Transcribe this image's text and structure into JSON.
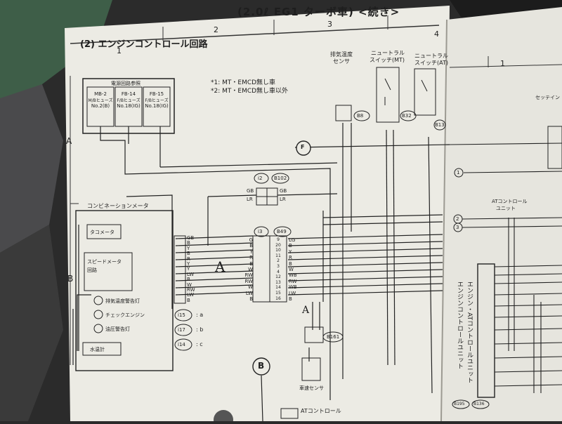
{
  "header": {
    "title": "(2.0ℓ EG1 ターボ車) <続き>",
    "section": "(2)  エンジンコントロール回路",
    "columns": [
      "1",
      "2",
      "3",
      "4"
    ]
  },
  "rows": [
    "A",
    "B"
  ],
  "notes": [
    "*1: MT・EMCD無し車",
    "*2: MT・EMCD無し車以外"
  ],
  "fuse_box": {
    "title": "電源回路参照",
    "fuses": [
      {
        "line1": "MB-2",
        "line2": "M/Bヒューズ",
        "line3": "No.2(B)"
      },
      {
        "line1": "FB-14",
        "line2": "F/Bヒューズ",
        "line3": "No.18(IG)"
      },
      {
        "line1": "FB-15",
        "line2": "F/Bヒューズ",
        "line3": "No.18(IG)"
      }
    ]
  },
  "sensors": {
    "exhaust_temp": [
      "排気温度",
      "センサ"
    ],
    "neutral_mt": [
      "ニュートラル",
      "スイッチ(MT)"
    ],
    "neutral_at": [
      "ニュートラル",
      "スイッチ(AT)"
    ]
  },
  "connectors": {
    "b8": "B8",
    "b32": "B32",
    "b13": "B13",
    "i2": "i2",
    "b102": "B102",
    "i3": "i3",
    "b49": "B49",
    "b161": "B161"
  },
  "circles": {
    "f": "F",
    "b": "B"
  },
  "combination_meter": {
    "title": "コンビネーションメータ",
    "tachometer": "タコメータ",
    "speedometer_1": "スピードメータ",
    "speedometer_2": "回路",
    "warn_exhaust": "排気温度警告灯",
    "check_engine": "チェックエンジン",
    "oil_pressure": "油圧警告灯",
    "water_temp": "水温計"
  },
  "legend": [
    {
      "code": "i15",
      "val": ": a"
    },
    {
      "code": "i17",
      "val": ": b"
    },
    {
      "code": "i14",
      "val": ": c"
    }
  ],
  "wires": {
    "b102_left": [
      "GB",
      "LR"
    ],
    "b102_right": [
      "GB",
      "LR"
    ],
    "meter_pins": [
      "GB",
      "B",
      "Y",
      "B",
      "R",
      "Y",
      "Y",
      "LW",
      "B",
      "W",
      "RW",
      "LW",
      "B"
    ],
    "b49_left": [
      "G",
      "B",
      "Y",
      "R",
      "B",
      "W",
      "RW",
      "RW",
      "W",
      "LW",
      "B"
    ],
    "b49_right": [
      "LG",
      "B",
      "Y",
      "R",
      "B",
      "W",
      "WB",
      "RW",
      "WB",
      "LW",
      "B"
    ],
    "b49_pins": [
      "9",
      "20",
      "10",
      "11",
      "2",
      "3",
      "4",
      "12",
      "13",
      "14",
      "15",
      "16"
    ]
  },
  "marker": "A",
  "speed_sensor": "車速センサ",
  "at_control_bottom": "ATコントロール",
  "right_page": {
    "col": "1",
    "top_label": "セッテイン",
    "at_unit": [
      "ATコントロール",
      "ユニット"
    ],
    "circle_nums": [
      "1",
      "2",
      "3"
    ],
    "bottom_conns": [
      "B195",
      "B136"
    ],
    "ecm_label": "エンジンコントロールユニット",
    "ecm_label2": "エンジン・ATコントロールユニット"
  }
}
